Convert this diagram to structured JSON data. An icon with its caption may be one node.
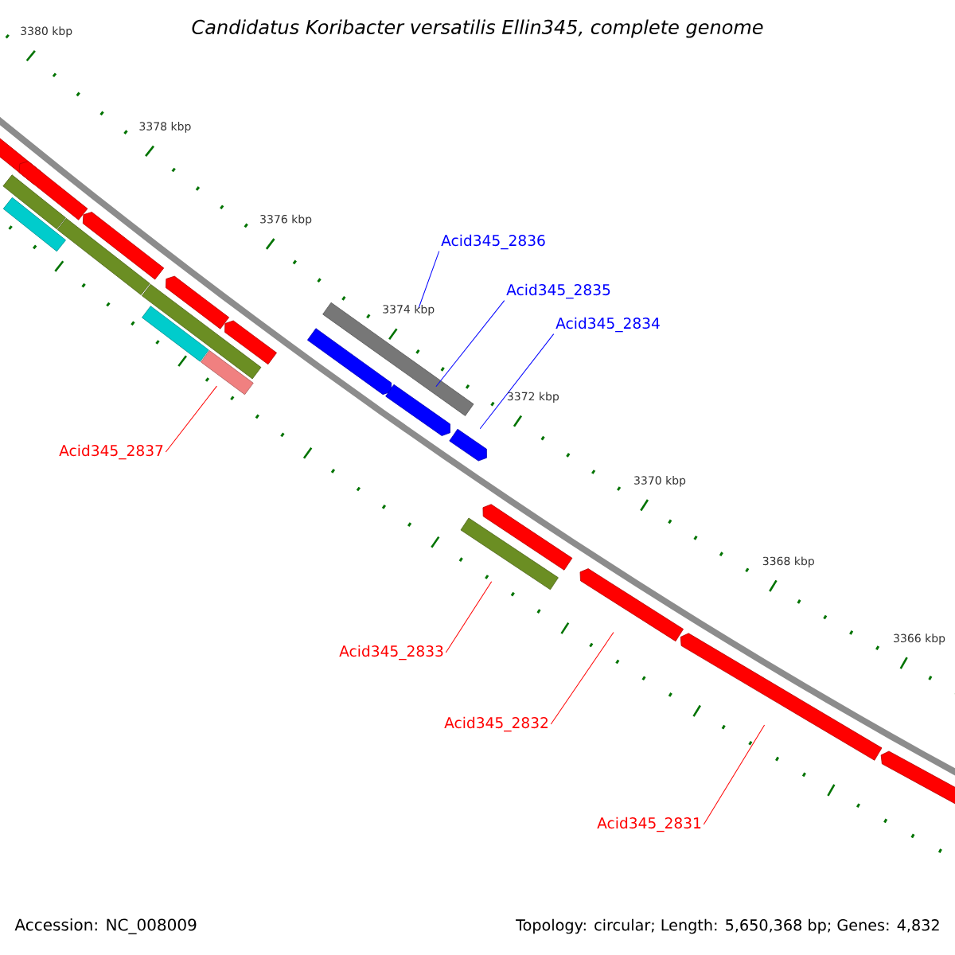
{
  "diagram": {
    "title": "Candidatus Koribacter versatilis Ellin345, complete genome",
    "nodes": [
      {
        "text": [
          "Acid345_2836"
        ]
      },
      {
        "text": [
          "Acid345_2835"
        ]
      },
      {
        "text": [
          "Acid345_2834"
        ]
      },
      {
        "text": [
          "Acid345_2837"
        ]
      },
      {
        "text": [
          "Acid345_2833"
        ]
      },
      {
        "text": [
          "Acid345_2832"
        ]
      },
      {
        "text": [
          "Acid345_2831"
        ]
      },
      {
        "text": [],
        "shape": "bar"
      },
      {
        "text": [],
        "shape": "bar"
      },
      {
        "text": [],
        "shape": "bar"
      },
      {
        "text": [],
        "shape": "bar"
      },
      {
        "text": [],
        "shape": "bar"
      },
      {
        "text": [],
        "shape": "bar"
      },
      {
        "text": [],
        "shape": "bar"
      },
      {
        "text": [],
        "shape": "bar"
      },
      {
        "text": [],
        "shape": "bar"
      },
      {
        "text": [],
        "shape": "bar"
      },
      {
        "text": [],
        "shape": "bar"
      },
      {
        "text": [],
        "shape": "bar"
      },
      {
        "text": [],
        "shape": "bar"
      },
      {
        "text": [],
        "shape": "bar"
      },
      {
        "text": [],
        "shape": "bar"
      },
      {
        "text": [],
        "shape": "bar"
      },
      {
        "text": [],
        "shape": "bar"
      },
      {
        "text": [],
        "shape": "bar"
      },
      {
        "text": [],
        "shape": "bar"
      },
      {
        "text": [],
        "shape": "bar"
      }
    ],
    "edges": [
      {
        "from": 0,
        "to": 19,
        "arrow": "none",
        "color": "#0000ff"
      },
      {
        "from": 1,
        "to": 20,
        "arrow": "none",
        "color": "#0000ff"
      },
      {
        "from": 2,
        "to": 21,
        "arrow": "none",
        "color": "#0000ff"
      },
      {
        "from": 3,
        "to": 16,
        "arrow": "none"
      },
      {
        "from": 4,
        "to": 22,
        "arrow": "none"
      },
      {
        "from": 5,
        "to": 24,
        "arrow": "none"
      },
      {
        "from": 6,
        "to": 25,
        "arrow": "none"
      }
    ],
    "labels": [
      "3380 kbp",
      "3378 kbp",
      "3376 kbp",
      "3374 kbp",
      "3372 kbp",
      "3370 kbp",
      "3368 kbp",
      "3366 kbp",
      "Accession: NC_008009",
      "Topology: circular; Length: 5,650,368 bp; Genes: 4,832"
    ]
  }
}
